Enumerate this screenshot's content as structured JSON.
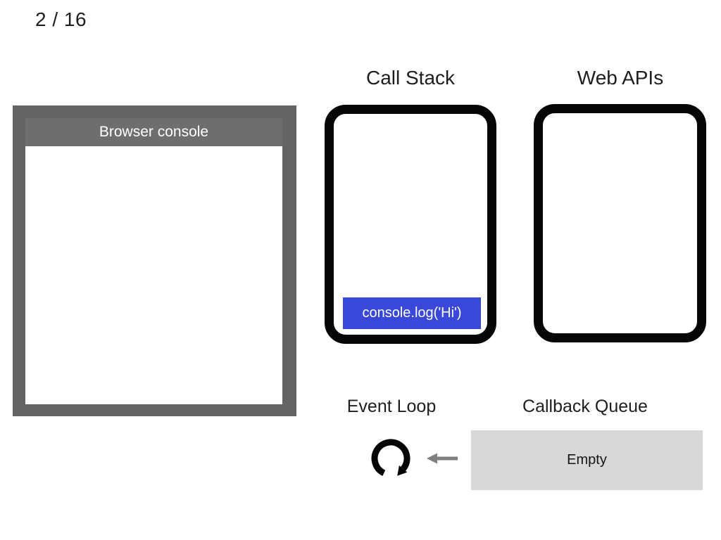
{
  "slide": {
    "counter": "2 / 16"
  },
  "browser_console": {
    "title": "Browser console",
    "logs": []
  },
  "call_stack": {
    "label": "Call Stack",
    "frames": [
      {
        "label": "console.log('Hi')"
      }
    ]
  },
  "web_apis": {
    "label": "Web APIs",
    "tasks": []
  },
  "event_loop": {
    "label": "Event Loop"
  },
  "callback_queue": {
    "label": "Callback Queue",
    "content": "Empty"
  },
  "colors": {
    "console_frame": "#646464",
    "console_header": "#6e6e6e",
    "box_border": "#060606",
    "stack_frame_blue": "#3948d9",
    "queue_box_gray": "#d8d8d8",
    "arrow_gray": "#7e7e7e",
    "loop_icon": "#050505",
    "text": "#1e1e1e"
  }
}
